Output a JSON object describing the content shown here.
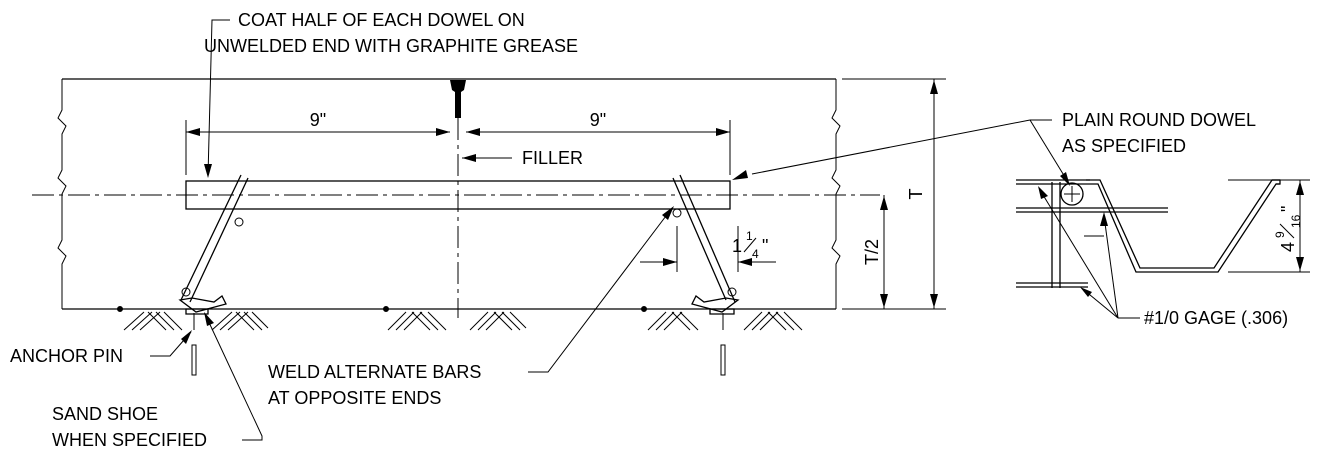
{
  "notes": {
    "coat_line1": "COAT HALF OF EACH DOWEL ON",
    "coat_line2": "UNWELDED END WITH GRAPHITE GREASE",
    "plain_line1": "PLAIN ROUND DOWEL",
    "plain_line2": "AS SPECIFIED",
    "filler": "FILLER",
    "anchor_pin": "ANCHOR PIN",
    "weld_line1": "WELD ALTERNATE BARS",
    "weld_line2": "AT OPPOSITE ENDS",
    "sand_line1": "SAND SHOE",
    "sand_line2": "WHEN SPECIFIED",
    "gage": "#1/0 GAGE (.306)"
  },
  "dimensions": {
    "left_9": "9\"",
    "right_9": "9\"",
    "t": "T",
    "t_half": "T/2",
    "one_quarter_whole": "1",
    "one_quarter_num": "1",
    "one_quarter_den": "4",
    "one_quarter_in": "\"",
    "depth_whole": "4",
    "depth_num": "9",
    "depth_den": "16",
    "depth_in": "\""
  }
}
